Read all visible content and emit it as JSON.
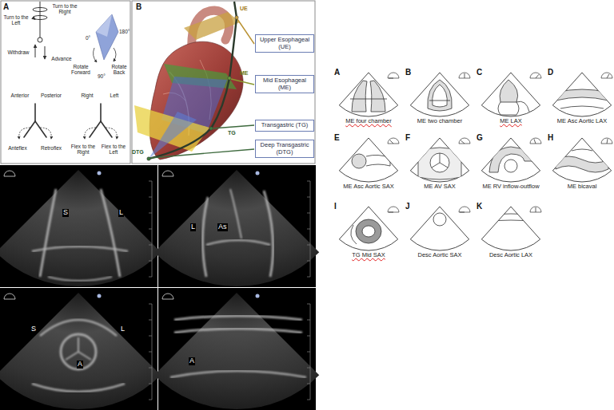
{
  "diagram": {
    "nodes": [
      {
        "text": [
          "Upper Esophageal (UE)"
        ]
      },
      {
        "text": [
          "Mid Esophageal (ME)"
        ]
      },
      {
        "text": [
          "Transgastric (TG)"
        ]
      },
      {
        "text": [
          "Deep Transgastric (DTG)"
        ]
      },
      {
        "text": [
          "A",
          "ME four chamber"
        ]
      },
      {
        "text": [
          "B",
          "ME two chamber"
        ]
      },
      {
        "text": [
          "C",
          "ME LAX"
        ]
      },
      {
        "text": [
          "D",
          "ME Asc Aortic LAX"
        ]
      },
      {
        "text": [
          "E",
          "ME Asc Aortic SAX"
        ]
      },
      {
        "text": [
          "F",
          "ME AV SAX"
        ]
      },
      {
        "text": [
          "G",
          "ME RV inflow-outflow"
        ]
      },
      {
        "text": [
          "H",
          "ME bicaval"
        ]
      },
      {
        "text": [
          "I",
          "TG Mid SAX"
        ]
      },
      {
        "text": [
          "J",
          "Desc Aortic SAX"
        ]
      },
      {
        "text": [
          "K",
          "Desc Aortic LAX"
        ]
      }
    ],
    "labels": [
      "A",
      "Turn to the Right",
      "Turn to the Left",
      "Withdraw",
      "Advance",
      "Rotate Forward",
      "0°",
      "180°",
      "90°",
      "Rotate Back",
      "Anterior",
      "Posterior",
      "Right",
      "Left",
      "Anteflex",
      "Retroflex",
      "Flex to the Right",
      "Flex to the Left",
      "B",
      "UE",
      "ME",
      "TG",
      "DTG",
      "S",
      "L",
      "L",
      "As",
      "S",
      "L",
      "A",
      "A"
    ]
  }
}
